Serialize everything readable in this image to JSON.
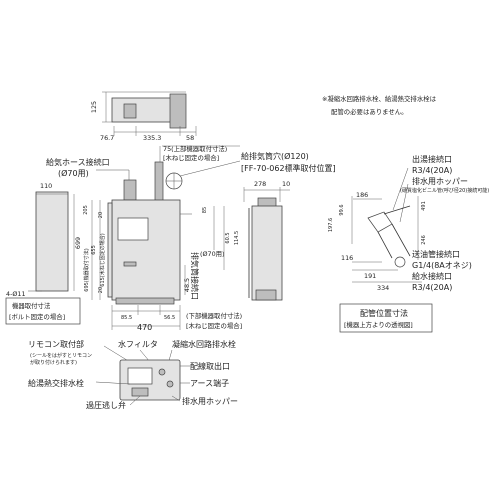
{
  "notes": {
    "line1": "※凝縮水回路排水栓、給湯熱交排水栓は",
    "line2": "配管の必要はありません。"
  },
  "top_view": {
    "dim_125": "125",
    "dim_76_7": "76.7",
    "dim_335_3": "335.3",
    "dim_58": "58"
  },
  "front_view": {
    "upper_mount_1": "75(上部機器取付寸法)",
    "upper_mount_2": "[木ねじ固定の場合]",
    "supply_air_hose_1": "給気ホース接続口",
    "supply_air_hose_2": "(Ø70用)",
    "dim_110": "110",
    "dim_205": "205",
    "dim_20_top": "20",
    "dim_655": "655",
    "dim_615": "615(木ねじ固定の場合)",
    "dim_695": "695(機器取付寸法)",
    "dim_699": "699",
    "dim_20_bot": "20",
    "holes": "4-Ø11",
    "dim_48_5": "48.5",
    "dim_85_5": "85.5",
    "dim_56_5": "56.5",
    "dim_470": "470",
    "lower_mount_1": "(下部機器取付寸法)",
    "lower_mount_2": "[木ねじ固定の場合]",
    "exhaust_hole_1": "給排気筒穴(Ø120)",
    "exhaust_hole_2": "[FF-70-062標準取付位置]",
    "exhaust_conn_1": "排気筒接続口",
    "exhaust_conn_2": "(Ø70用)",
    "mount_box_1": "機器取付寸法",
    "mount_box_2": "[ボルト固定の場合]"
  },
  "side_view": {
    "dim_278": "278",
    "dim_10": "10",
    "dim_85": "85",
    "dim_60_5": "60.5",
    "dim_114_5": "114.5"
  },
  "piping": {
    "hot_out_1": "出湯接続口",
    "hot_out_2": "R3/4(20A)",
    "hopper_1": "排水用ホッパー",
    "hopper_2": "(硬質塩化ビニル管(呼び径20)接続可能)",
    "dim_186": "186",
    "dim_99_6": "99.6",
    "dim_197_6": "197.6",
    "dim_491": "491",
    "dim_246": "246",
    "dim_116": "116",
    "dim_191": "191",
    "dim_334": "334",
    "oil_in_1": "送油管接続口",
    "oil_in_2": "G1/4(8Aオネジ)",
    "water_in_1": "給水接続口",
    "water_in_2": "R3/4(20A)",
    "caption_1": "配管位置寸法",
    "caption_2": "[機器上方よりの透視図]"
  },
  "bottom_view": {
    "remote_1": "リモコン取付部",
    "remote_2": "(シールをはがすとリモコン",
    "remote_3": "が取り付けられます)",
    "water_filter": "水フィルタ",
    "condensate_drain": "凝縮水回路排水栓",
    "power_cord": "配線取出口",
    "hx_drain": "給湯熱交排水栓",
    "earth": "アース端子",
    "relief_valve": "過圧逃し弁",
    "drain_hopper": "排水用ホッパー"
  }
}
